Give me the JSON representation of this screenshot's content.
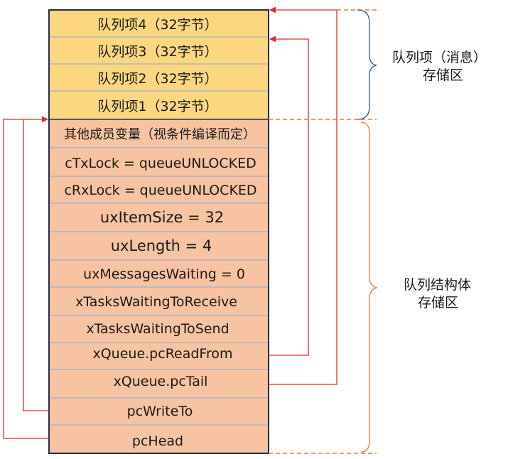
{
  "message_area": {
    "items": [
      {
        "label": "队列项4（32字节）"
      },
      {
        "label": "队列项3（32字节）"
      },
      {
        "label": "队列项2（32字节）"
      },
      {
        "label": "队列项1（32字节）"
      }
    ],
    "caption_line1": "队列项（消息）",
    "caption_line2": "存储区"
  },
  "struct_area": {
    "fields": [
      {
        "label": "其他成员变量（视条件编译而定）"
      },
      {
        "label": "cTxLock = queueUNLOCKED"
      },
      {
        "label": "cRxLock = queueUNLOCKED"
      },
      {
        "label": "uxItemSize = 32"
      },
      {
        "label": "uxLength = 4"
      },
      {
        "label": "uxMessagesWaiting = 0"
      },
      {
        "label": "xTasksWaitingToReceive"
      },
      {
        "label": "xTasksWaitingToSend"
      },
      {
        "label": "xQueue.pcReadFrom"
      },
      {
        "label": "xQueue.pcTail"
      },
      {
        "label": "pcWriteTo"
      },
      {
        "label": "pcHead"
      }
    ],
    "caption_line1": "队列结构体",
    "caption_line2": "存储区"
  },
  "colors": {
    "message_fill": "#fcd77f",
    "struct_fill": "#f8c3a0",
    "border": "#1f2d4d",
    "separator": "#8da9d6",
    "pointer_arrow": "#e0282e",
    "message_brace": "#2f5597",
    "struct_brace": "#ed7d31"
  }
}
